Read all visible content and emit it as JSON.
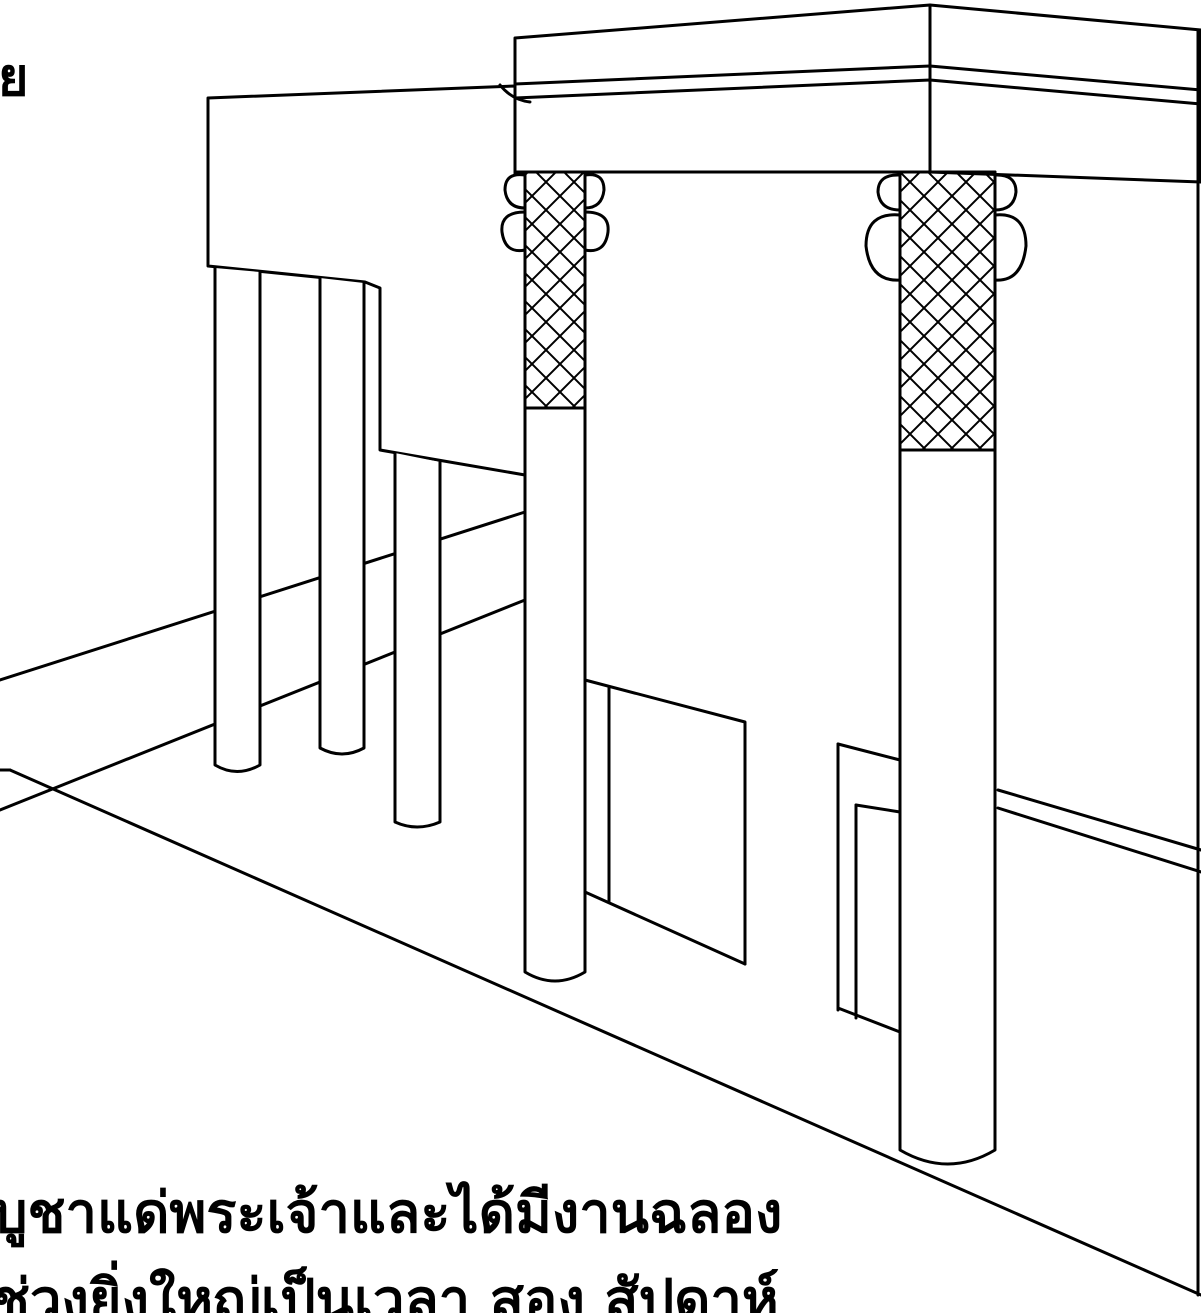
{
  "text_fragment_top": "ย",
  "caption": {
    "line1": "บูชาแด่พระเจ้าและได้มีงานฉลอง",
    "line2": "ช่วงยิ่งใหญ่เป็นเวลา สอง สัปดาห์"
  }
}
